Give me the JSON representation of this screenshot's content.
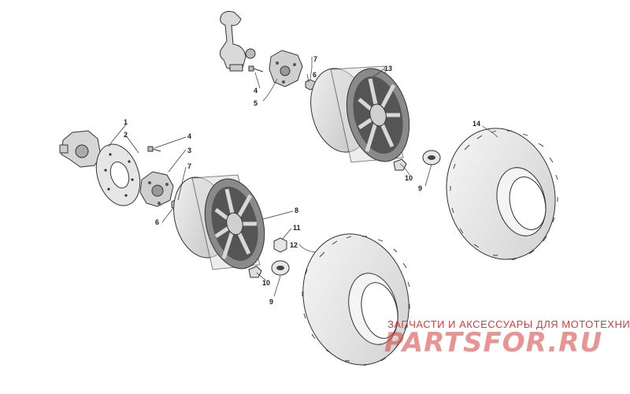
{
  "callouts": {
    "c1": "1",
    "c2": "2",
    "c3": "3",
    "c4a": "4",
    "c4b": "4",
    "c5": "5",
    "c6a": "6",
    "c6b": "6",
    "c7a": "7",
    "c7b": "7",
    "c8": "8",
    "c9a": "9",
    "c9b": "9",
    "c10a": "10",
    "c10b": "10",
    "c11": "11",
    "c12": "12",
    "c13": "13",
    "c14": "14"
  },
  "watermark": {
    "tagline": "ЗАПЧАСТИ И АКСЕССУАРЫ ДЛЯ МОТОТЕХНИКИ",
    "brand": "PARTSFOR.RU"
  }
}
